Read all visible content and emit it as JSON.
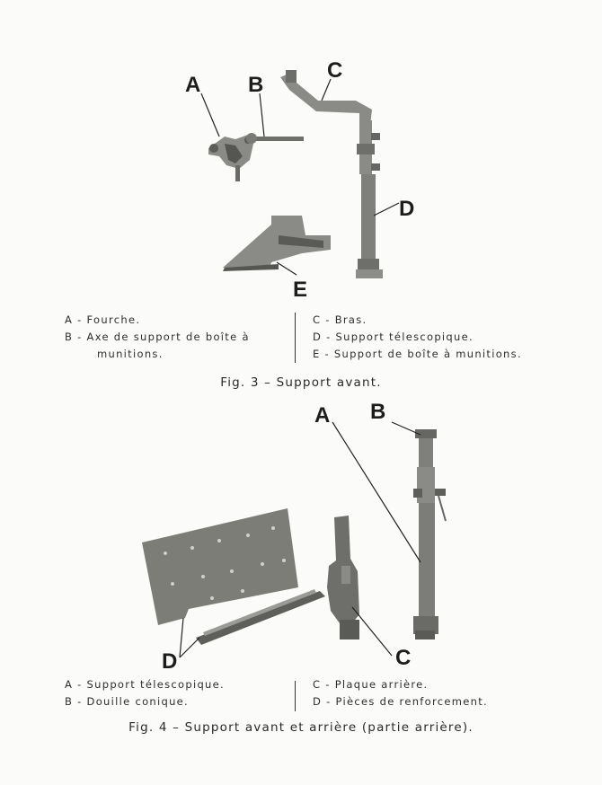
{
  "fig3": {
    "labels": {
      "A": "A",
      "B": "B",
      "C": "C",
      "D": "D",
      "E": "E"
    },
    "legend_left": [
      "A - Fourche.",
      "B - Axe de support de boîte à",
      "munitions."
    ],
    "legend_right": [
      "C - Bras.",
      "D - Support télescopique.",
      "E - Support de boîte à munitions."
    ],
    "caption": "Fig. 3 – Support avant."
  },
  "fig4": {
    "labels": {
      "A": "A",
      "B": "B",
      "C": "C",
      "D": "D"
    },
    "legend_left": [
      "A - Support télescopique.",
      "B - Douille conique."
    ],
    "legend_right": [
      "C - Plaque arrière.",
      "D - Pièces de renforcement."
    ],
    "caption": "Fig. 4 – Support avant et arrière (partie arrière)."
  },
  "colors": {
    "metal": "#8a8a86",
    "metal_dark": "#555552",
    "plate": "#7d7d78"
  }
}
